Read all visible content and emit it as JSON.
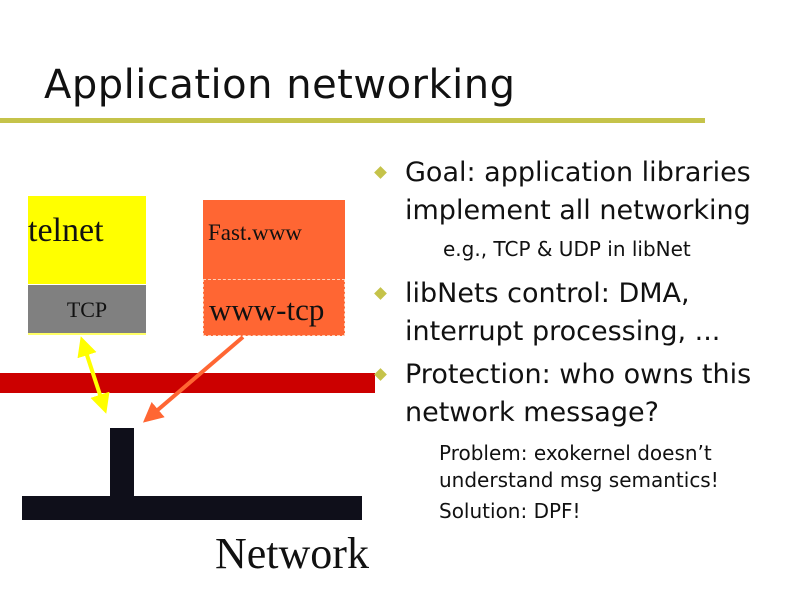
{
  "slide": {
    "title": "Application networking",
    "diagram": {
      "telnet_label": "telnet",
      "tcp_label": "TCP",
      "fastwww_label": "Fast.www",
      "wwwtcp_label": "www-tcp",
      "network_label": "Network",
      "colors": {
        "telnet": "#ffff00",
        "tcp": "#808080",
        "fastwww": "#ff6633",
        "kernel_bar": "#cc0000",
        "network": "#0f0f1a"
      }
    },
    "bullets": [
      {
        "lines": [
          "Goal: application libraries",
          "implement all networking"
        ],
        "sub": [
          "e.g., TCP & UDP in libNet"
        ]
      },
      {
        "lines": [
          "libNets control: DMA,",
          "interrupt processing, ..."
        ],
        "sub": []
      },
      {
        "lines": [
          "Protection: who owns this",
          "network message?"
        ],
        "sub": [
          "Problem: exokernel doesn’t",
          "understand msg semantics!",
          "Solution: DPF!"
        ]
      }
    ],
    "accent_color": "#c5c34a"
  }
}
